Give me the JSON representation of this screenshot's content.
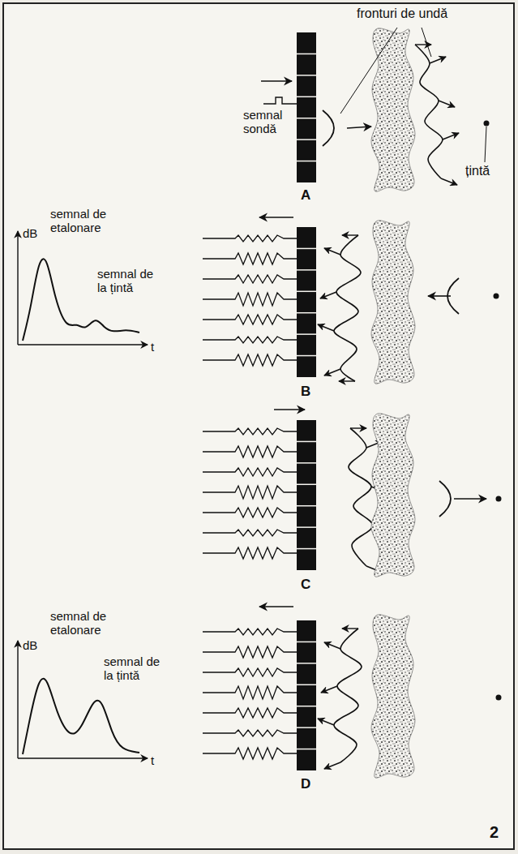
{
  "diagram": {
    "labels": [
      "fronturi de undă",
      "semnal sondă",
      "țintă",
      "A",
      "semnal de etalonare",
      "dB",
      "semnal de la țintă",
      "t",
      "B",
      "C",
      "semnal de etalonare",
      "dB",
      "semnal de la țintă",
      "t",
      "D",
      "2"
    ]
  }
}
